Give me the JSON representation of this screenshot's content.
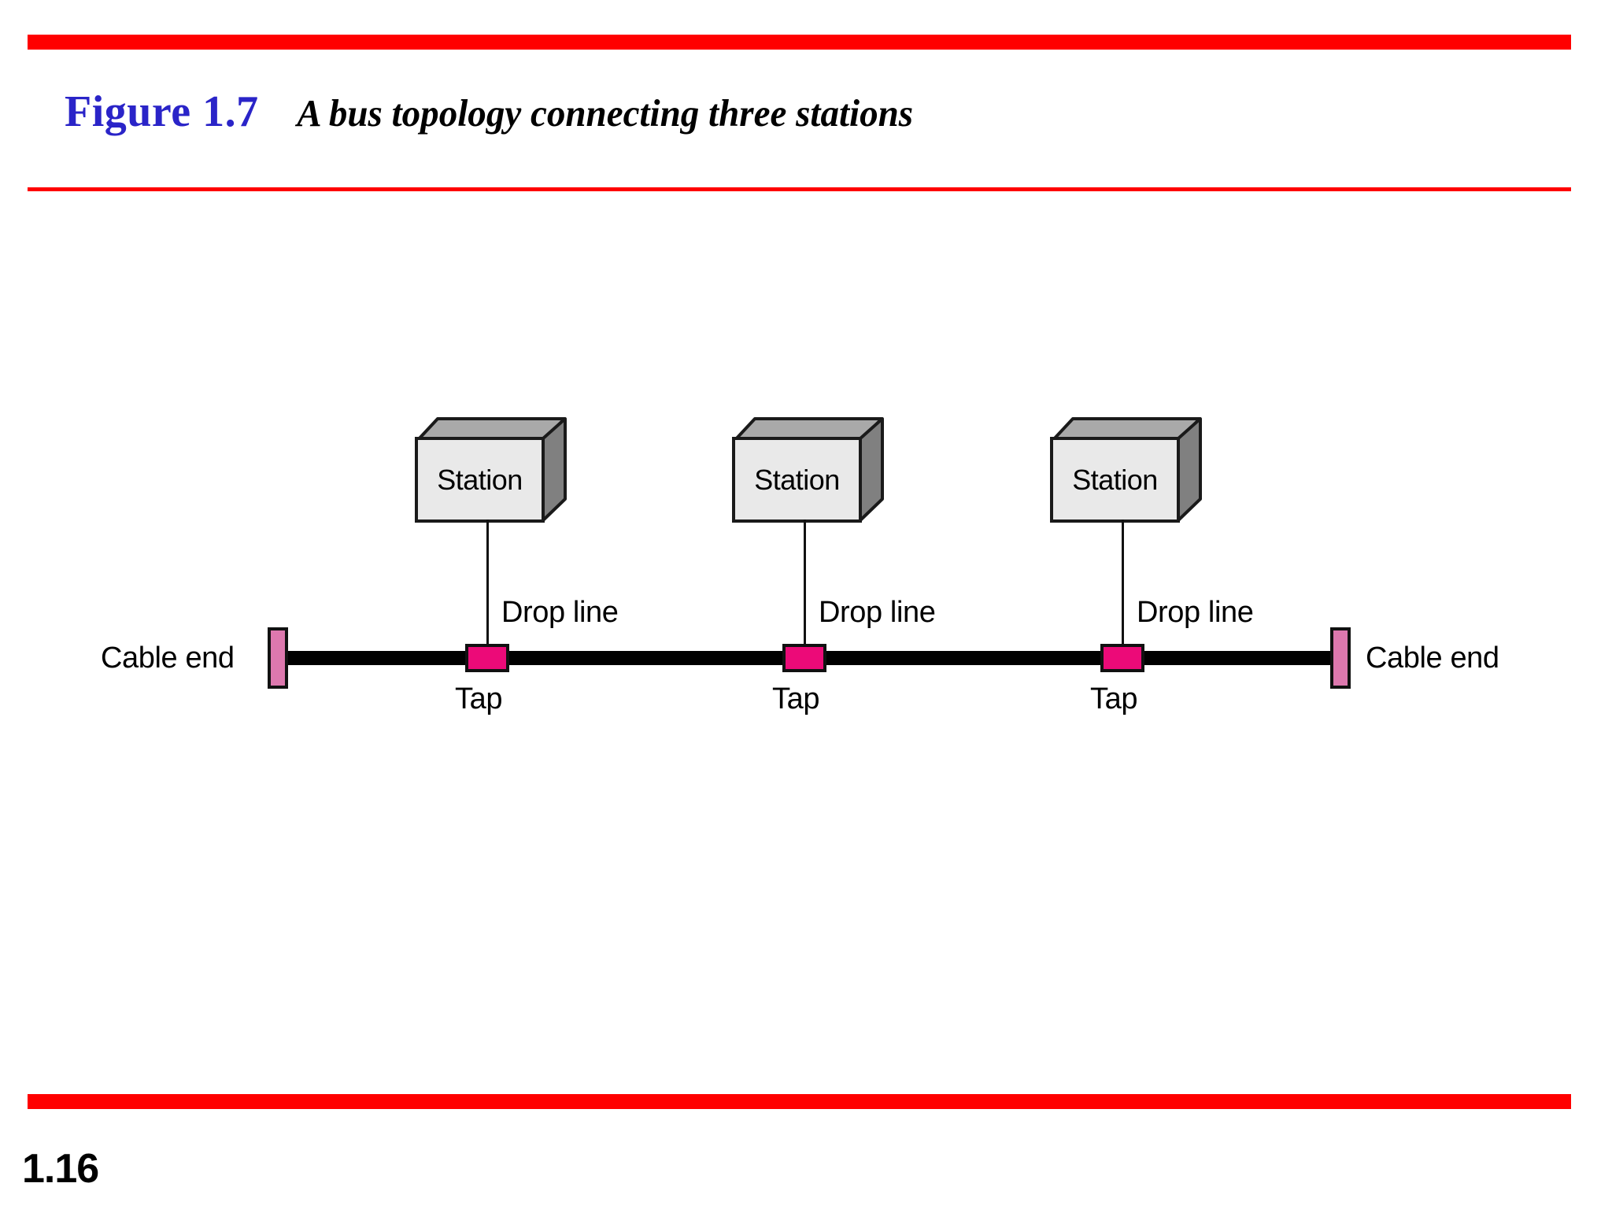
{
  "slide": {
    "page_number": "1.16",
    "rule_color": "#FF0000",
    "background": "#FFFFFF"
  },
  "header": {
    "figure_label": "Figure 1.7",
    "figure_label_color": "#2A24C8",
    "caption": "A bus topology connecting three stations",
    "caption_color": "#000000"
  },
  "diagram": {
    "type": "bus-topology",
    "bus_color": "#000000",
    "tap_color": "#EC0A78",
    "cable_end_color": "#DD78AE",
    "station_front_color": "#E9E9E9",
    "station_top_color": "#A9A9A9",
    "station_side_color": "#808080",
    "stations": [
      {
        "label": "Station",
        "drop_label": "Drop line",
        "tap_label": "Tap"
      },
      {
        "label": "Station",
        "drop_label": "Drop line",
        "tap_label": "Tap"
      },
      {
        "label": "Station",
        "drop_label": "Drop line",
        "tap_label": "Tap"
      }
    ],
    "cable_ends": [
      {
        "label": "Cable end"
      },
      {
        "label": "Cable end"
      }
    ]
  }
}
